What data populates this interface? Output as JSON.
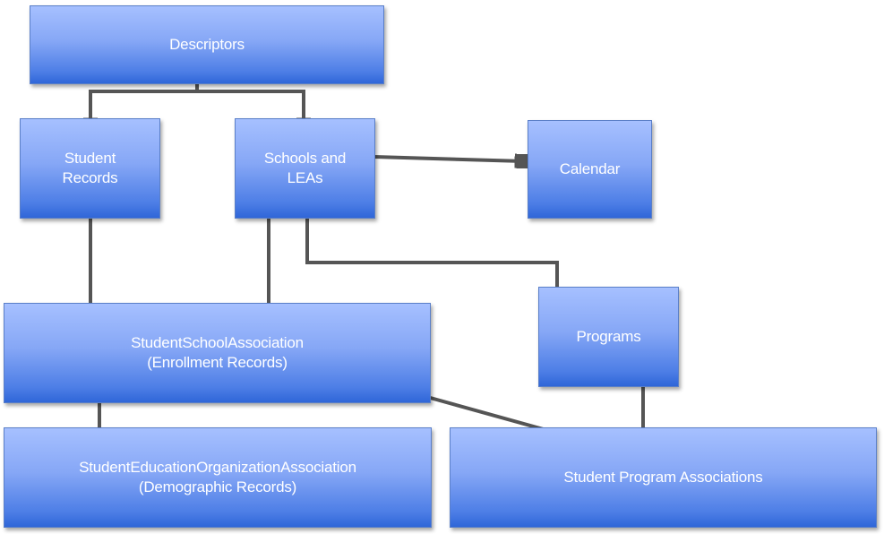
{
  "nodes": {
    "descriptors": "Descriptors",
    "student_records": "Student\nRecords",
    "schools_leas": "Schools and\nLEAs",
    "calendar": "Calendar",
    "student_school_association": "StudentSchoolAssociation\n(Enrollment Records)",
    "programs": "Programs",
    "student_ed_org_association": "StudentEducationOrganizationAssociation\n(Demographic Records)",
    "student_program_associations": "Student Program Associations"
  },
  "colors": {
    "box_top": "#a6c0ff",
    "box_bottom": "#2f66d8",
    "arrow": "#555555",
    "text": "#ffffff"
  }
}
